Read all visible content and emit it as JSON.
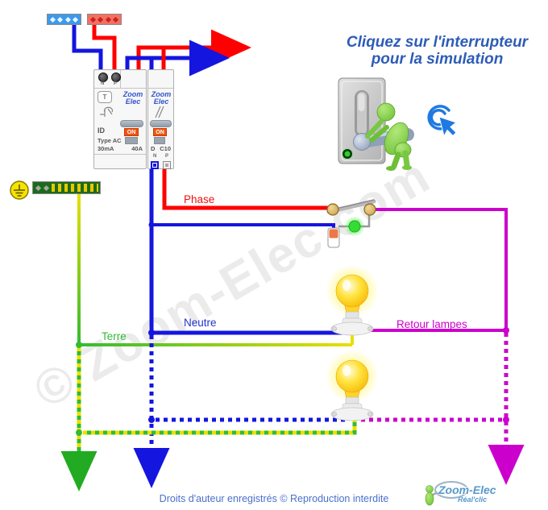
{
  "title": {
    "line1": "Cliquez sur l'interrupteur",
    "line2": "pour la simulation"
  },
  "wire_labels": {
    "phase": "Phase",
    "neutre": "Neutre",
    "terre": "Terre",
    "retour_lampes": "Retour lampes"
  },
  "differential_breaker": {
    "brand_line1": "Zoom",
    "brand_line2": "Elec",
    "test_button": "T",
    "on_label": "ON",
    "model": "ID",
    "type": "Type AC",
    "sensitivity": "30mA",
    "rating": "40A",
    "terminal_n": "N",
    "terminal_p": "P"
  },
  "circuit_breaker": {
    "brand_line1": "Zoom",
    "brand_line2": "Elec",
    "on_label": "ON",
    "curve": "D",
    "rating": "C10",
    "terminal_n": "N",
    "terminal_p": "P"
  },
  "footer": {
    "copyright": "Droits d'auteur enregistrés © Reproduction interdite"
  },
  "logo": {
    "name": "Zoom-Elec",
    "tagline": "Réal'clic"
  },
  "watermark": "© Zoom-Elec.com",
  "colors": {
    "phase_red": "#ff0000",
    "neutre_blue": "#1515e0",
    "terre_green": "#33bb33",
    "terre_yellow": "#e8e000",
    "retour_magenta": "#cc00cc",
    "title_blue": "#2d5cb8",
    "click_icon_blue": "#1e7ae0",
    "on_orange": "#f05510"
  }
}
